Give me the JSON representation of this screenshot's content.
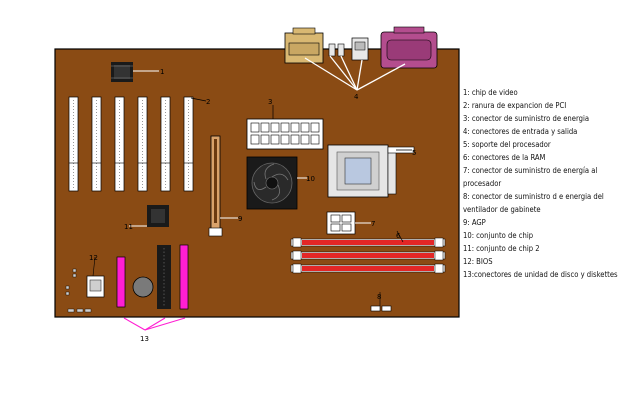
{
  "diagram": {
    "colors": {
      "board": "#8a4b14",
      "ram_slot": "#e32626",
      "ide_connector": "#ff1fd2",
      "parallel_port": "#b44d8e",
      "serial_port": "#d9b872",
      "chip": "#1a1a1a"
    },
    "callouts": {
      "c1": "1",
      "c2": "2",
      "c3": "3",
      "c4": "4",
      "c5": "5",
      "c6": "6",
      "c7": "7",
      "c8": "8",
      "c9": "9",
      "c10": "10",
      "c11": "11",
      "c12": "12",
      "c13": "13"
    },
    "legend": [
      "1: chip de video",
      "2: ranura de expancion de PCI",
      "3: conector de suministro de energia",
      "4: conectores de entrada y salida",
      "5: soporte del procesador",
      "6: conectores de la RAM",
      "7: conector de suministro de energía al procesador",
      "8: conector de suministro d e energia del ventilador de gabinete",
      "9: AGP",
      "10: conjunto de chip",
      "11: conjunto de chip 2",
      "12: BIOS",
      "13:conectores de unidad de disco y diskettes"
    ]
  }
}
